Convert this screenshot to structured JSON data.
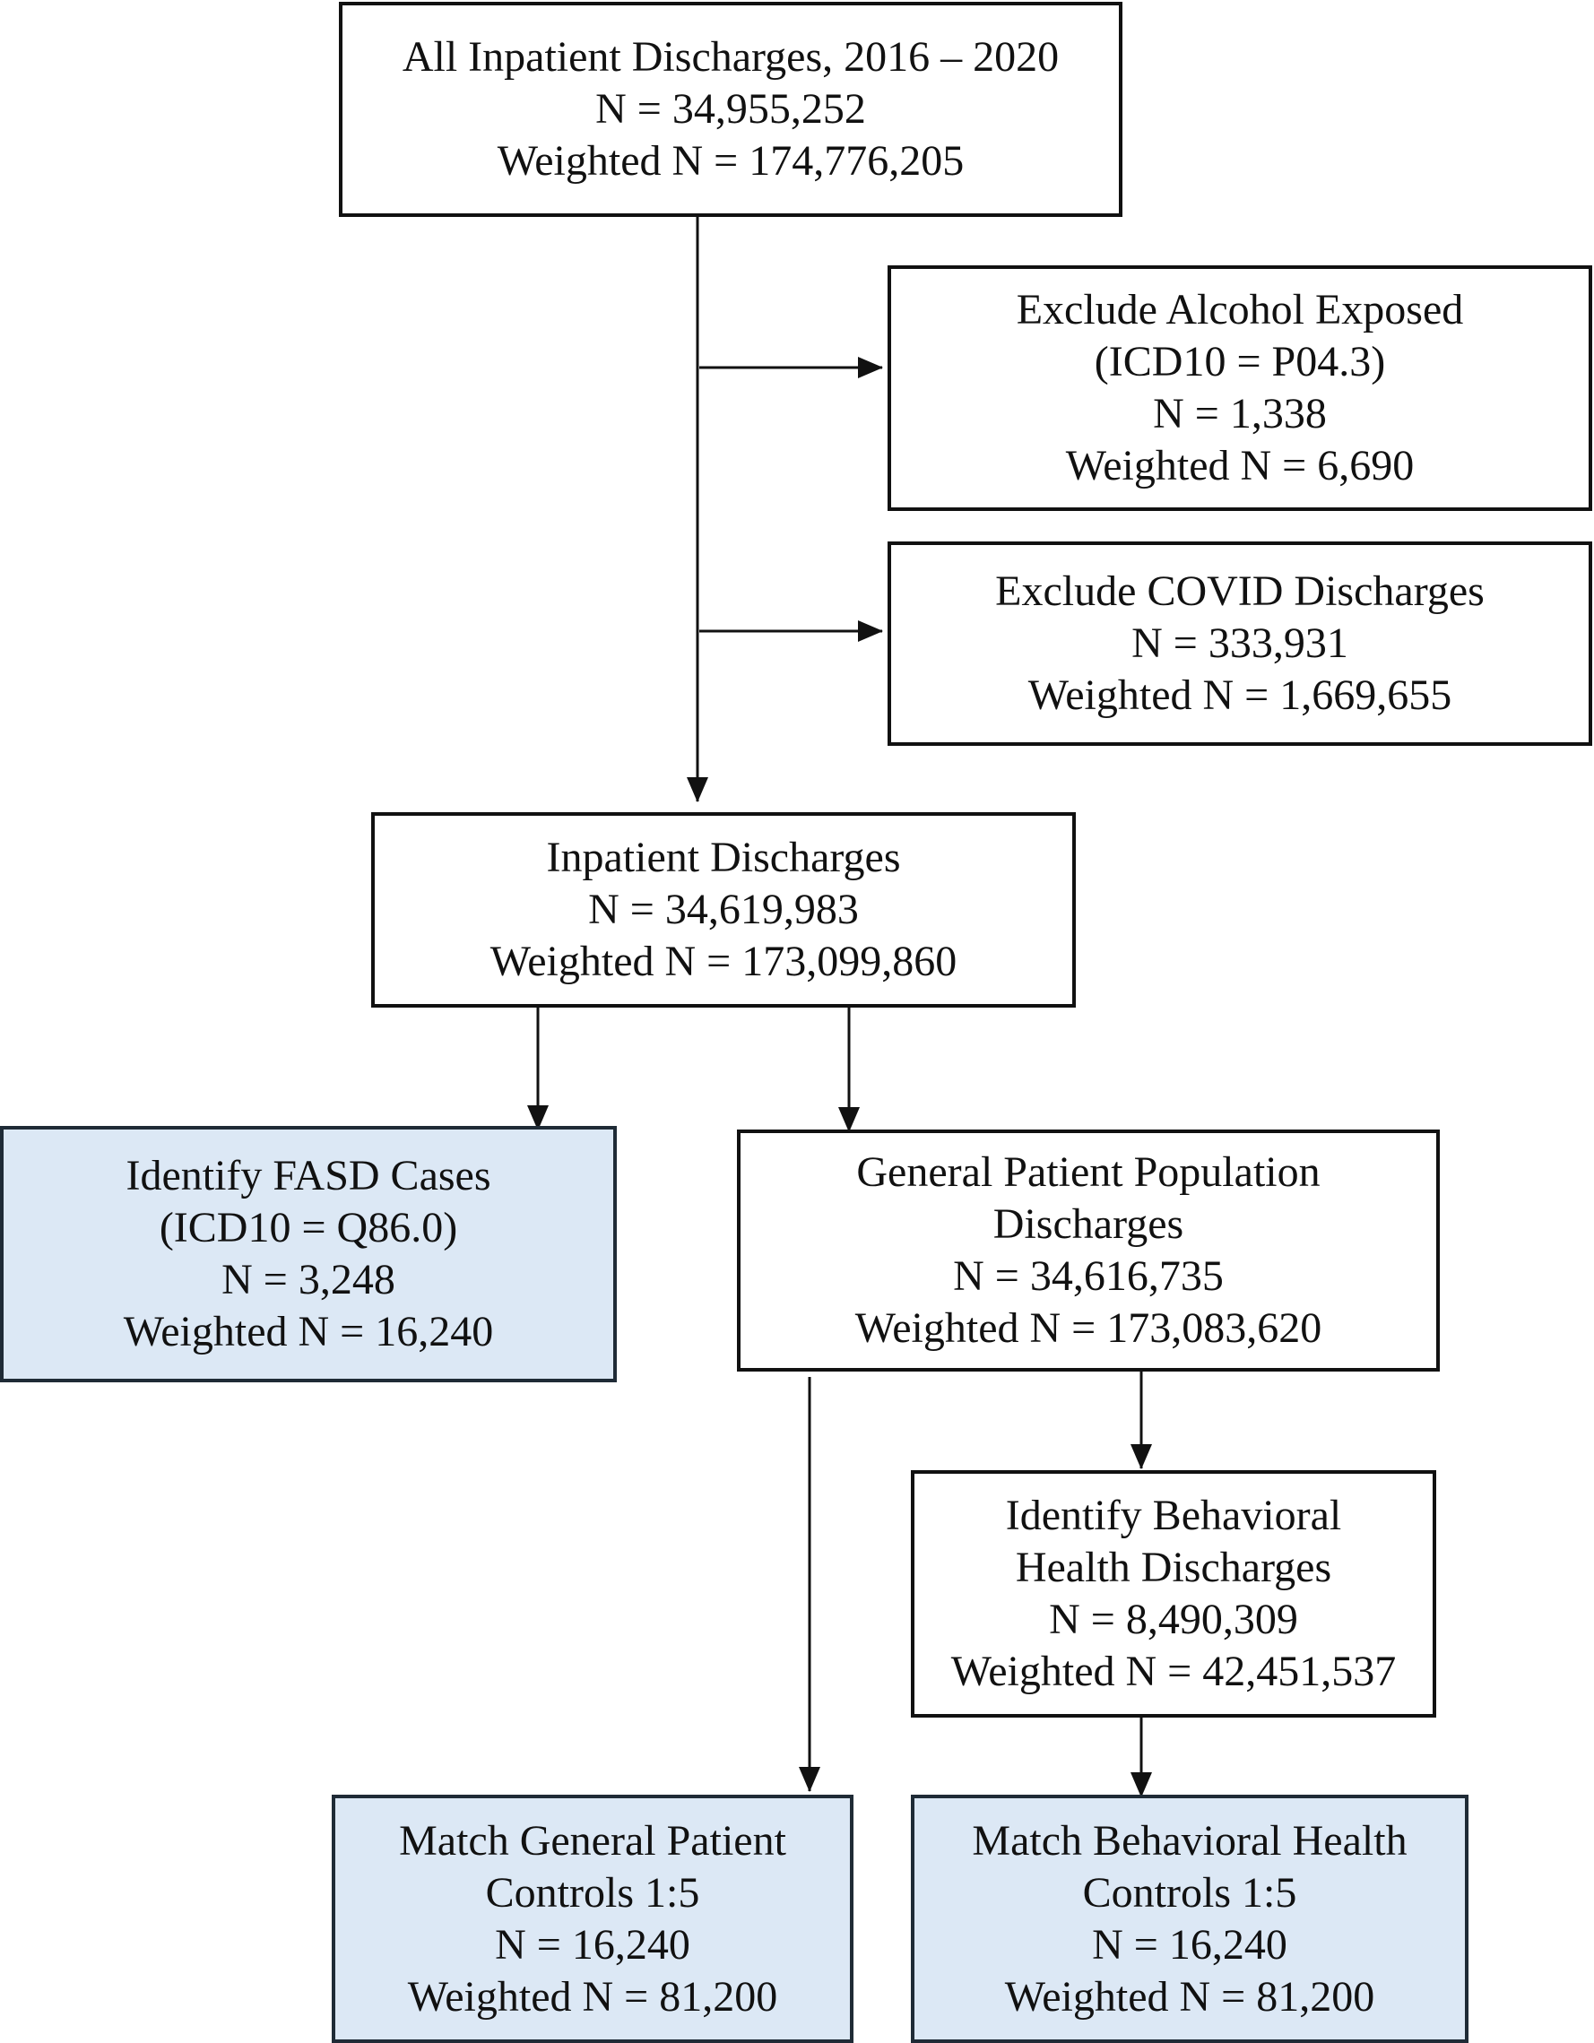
{
  "boxes": {
    "all_discharges": {
      "lines": [
        "All Inpatient Discharges, 2016 – 2020",
        "N = 34,955,252",
        "Weighted N = 174,776,205"
      ]
    },
    "exclude_alcohol": {
      "lines": [
        "Exclude Alcohol Exposed",
        "(ICD10 = P04.3)",
        "N = 1,338",
        "Weighted N = 6,690"
      ]
    },
    "exclude_covid": {
      "lines": [
        "Exclude COVID Discharges",
        "N = 333,931",
        "Weighted N = 1,669,655"
      ]
    },
    "inpatient": {
      "lines": [
        "Inpatient Discharges",
        "N = 34,619,983",
        "Weighted N = 173,099,860"
      ]
    },
    "fasd": {
      "lines": [
        "Identify FASD Cases",
        "(ICD10 = Q86.0)",
        "N = 3,248",
        "Weighted N = 16,240"
      ]
    },
    "general_population": {
      "lines": [
        "General Patient Population",
        "Discharges",
        "N = 34,616,735",
        "Weighted N = 173,083,620"
      ]
    },
    "behavioral": {
      "lines": [
        "Identify Behavioral",
        "Health Discharges",
        "N = 8,490,309",
        "Weighted N = 42,451,537"
      ]
    },
    "match_general": {
      "lines": [
        "Match General Patient",
        "Controls 1:5",
        "N = 16,240",
        "Weighted N = 81,200"
      ]
    },
    "match_behavioral": {
      "lines": [
        "Match Behavioral Health",
        "Controls 1:5",
        "N = 16,240",
        "Weighted N = 81,200"
      ]
    }
  },
  "colors": {
    "highlight_fill": "#dce8f5",
    "line": "#111111"
  }
}
